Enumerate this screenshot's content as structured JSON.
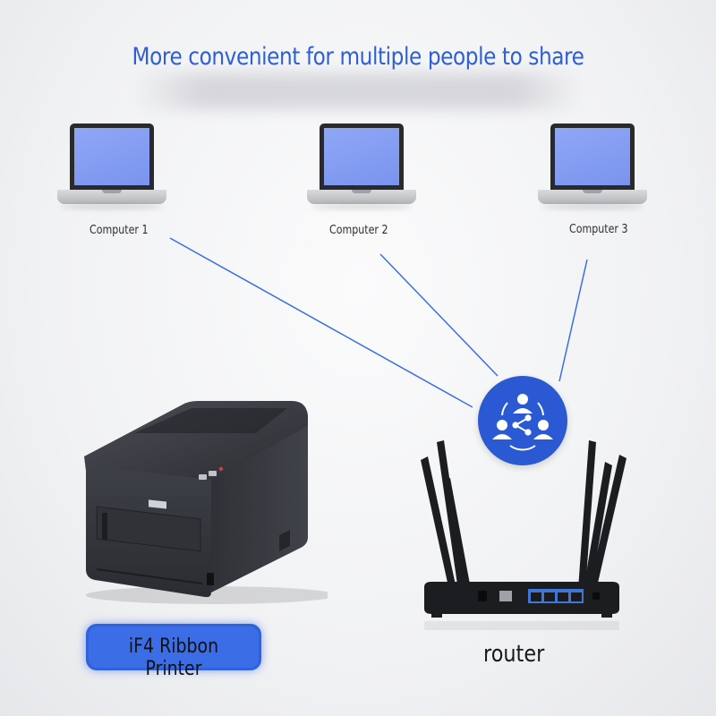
{
  "headline": "More convenient for multiple people to share",
  "computers": [
    {
      "label": "Computer 1"
    },
    {
      "label": "Computer 2"
    },
    {
      "label": "Computer 3"
    }
  ],
  "devices": {
    "printer_label": "iF4 Ribbon Printer",
    "router_label": "router"
  },
  "colors": {
    "accent": "#2f5fd0",
    "badge": "#2a59d3",
    "screen": "#8fa7f6",
    "line": "#3a6fe0"
  },
  "icons": {
    "share": "people-network-share-icon"
  }
}
